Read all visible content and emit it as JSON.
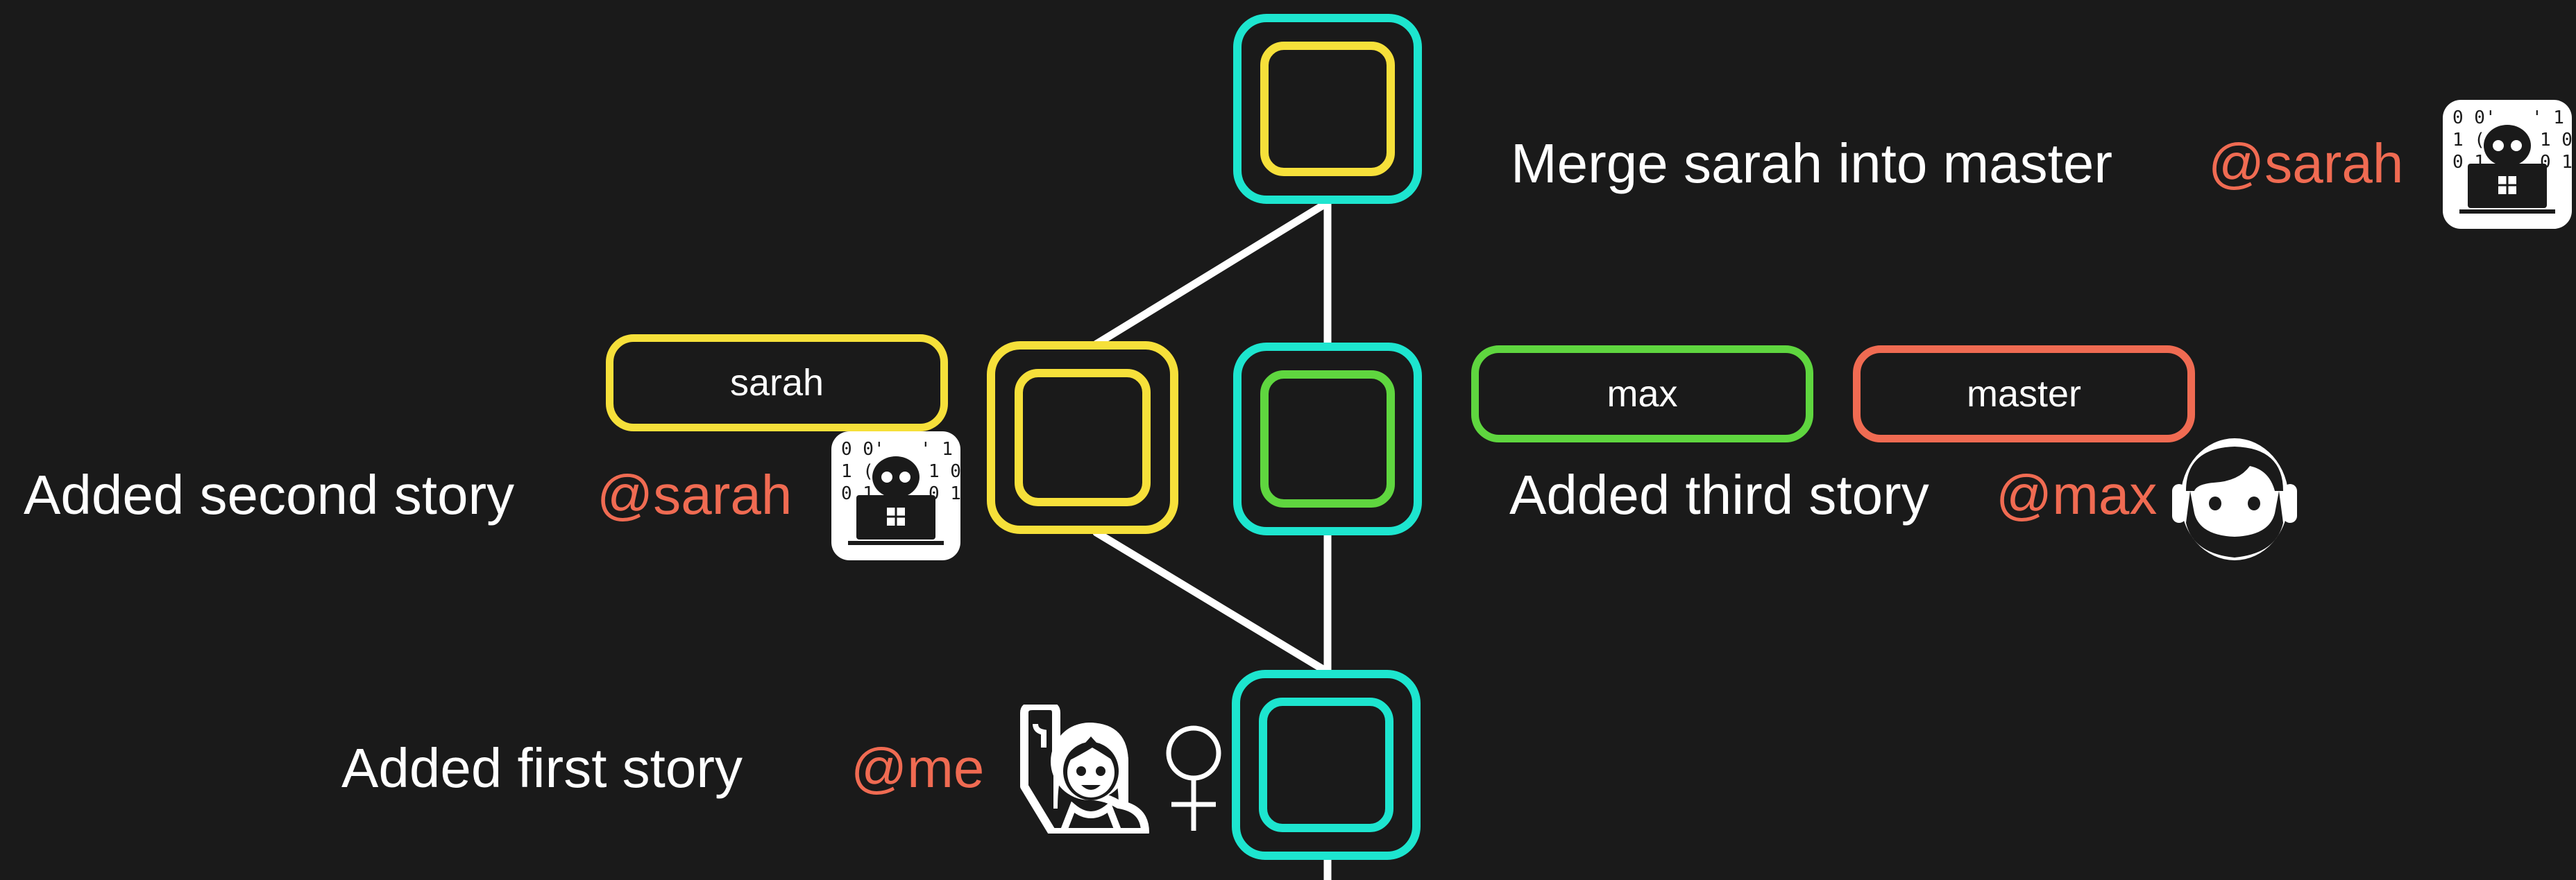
{
  "colors": {
    "background": "#1a1a1a",
    "master": "#1de5cf",
    "sarah": "#f6e03a",
    "max": "#5fd63f",
    "master_label": "#f06b52",
    "author": "#f06b52",
    "edge": "#ffffff"
  },
  "commits": [
    {
      "id": "merge",
      "message": "Merge sarah into master",
      "author": "@sarah",
      "avatar_icon": "coder-laptop-icon"
    },
    {
      "id": "third",
      "message": "Added third story",
      "author": "@max",
      "avatar_icon": "bearded-man-icon"
    },
    {
      "id": "second",
      "message": "Added second story",
      "author": "@sarah",
      "avatar_icon": "coder-laptop-icon"
    },
    {
      "id": "first",
      "message": "Added first story",
      "author": "@me",
      "avatar_icon": "woman-raising-hand-icon"
    }
  ],
  "branches": [
    {
      "name": "sarah",
      "color": "#f6e03a"
    },
    {
      "name": "max",
      "color": "#5fd63f"
    },
    {
      "name": "master",
      "color": "#f06b52"
    }
  ]
}
